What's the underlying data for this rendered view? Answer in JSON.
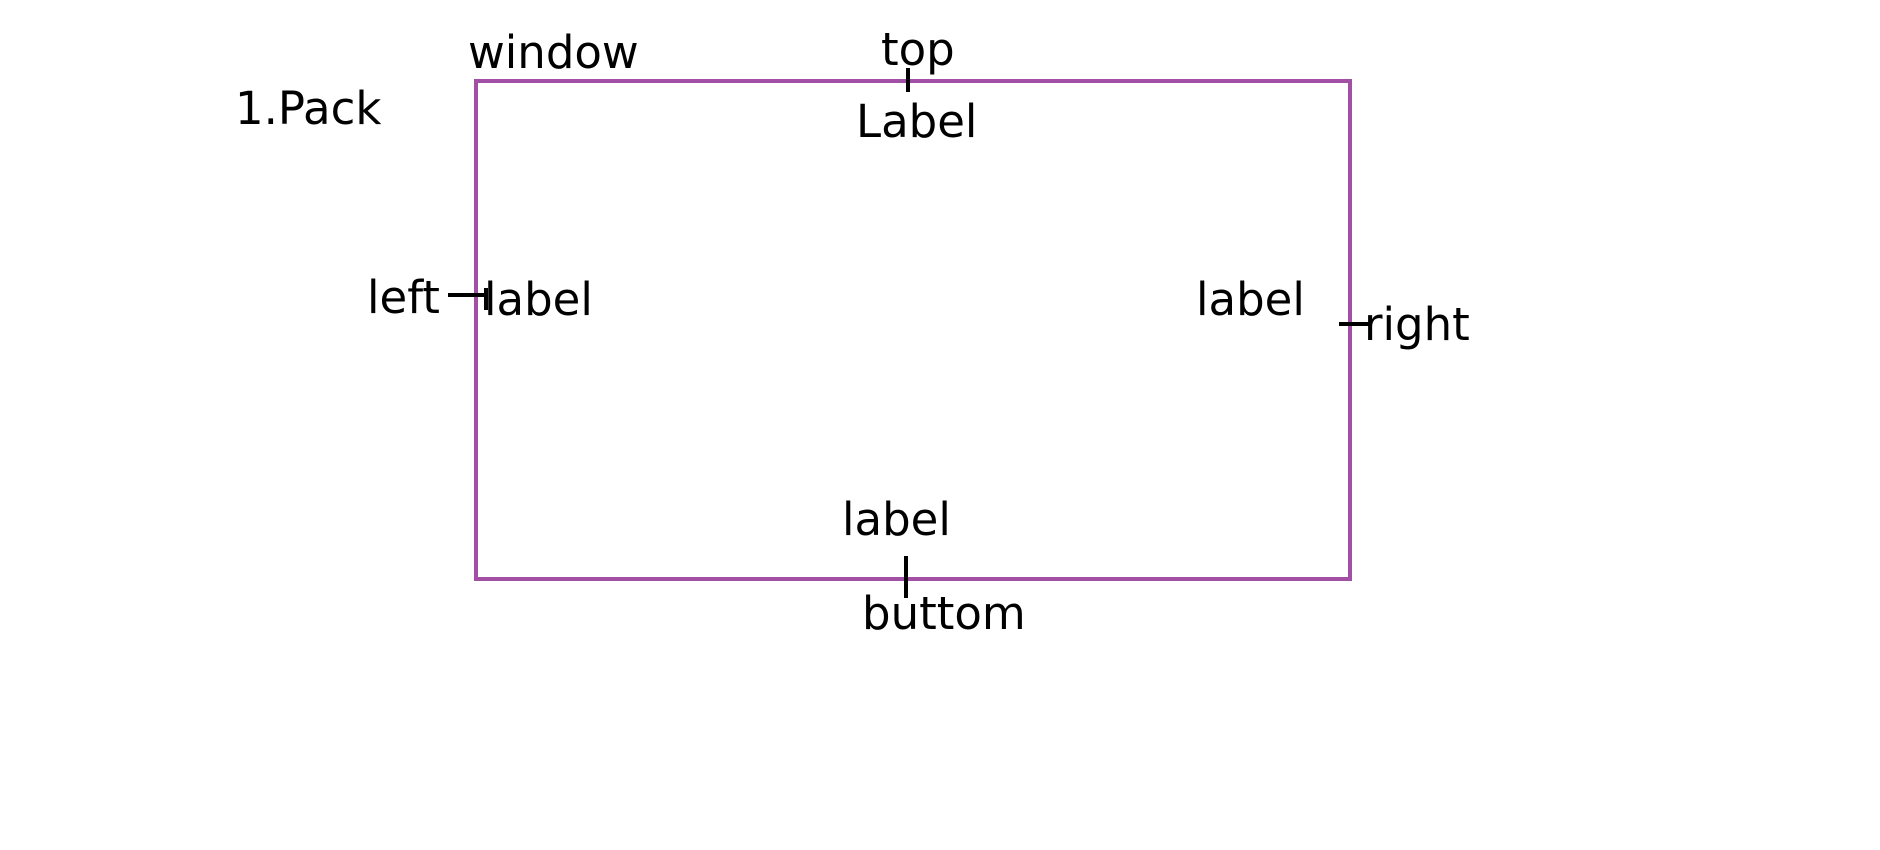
{
  "heading": "1.Pack",
  "window_label": "window",
  "frame_color": "#a24fa6",
  "sides": {
    "top": {
      "side": "top",
      "label": "Label"
    },
    "left": {
      "side": "left",
      "label": "label"
    },
    "right": {
      "side": "right",
      "label": "label"
    },
    "bottom": {
      "side": "buttom",
      "label": "label"
    }
  }
}
